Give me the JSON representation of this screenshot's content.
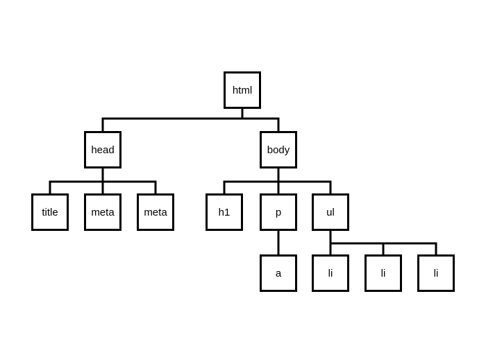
{
  "nodes": {
    "html": "html",
    "head": "head",
    "body": "body",
    "title": "title",
    "meta1": "meta",
    "meta2": "meta",
    "h1": "h1",
    "p": "p",
    "ul": "ul",
    "a": "a",
    "li1": "li",
    "li2": "li",
    "li3": "li"
  },
  "edges": [
    [
      "html",
      "head"
    ],
    [
      "html",
      "body"
    ],
    [
      "head",
      "title"
    ],
    [
      "head",
      "meta1"
    ],
    [
      "head",
      "meta2"
    ],
    [
      "body",
      "h1"
    ],
    [
      "body",
      "p"
    ],
    [
      "body",
      "ul"
    ],
    [
      "p",
      "a"
    ],
    [
      "ul",
      "li1"
    ],
    [
      "ul",
      "li2"
    ],
    [
      "ul",
      "li3"
    ]
  ]
}
